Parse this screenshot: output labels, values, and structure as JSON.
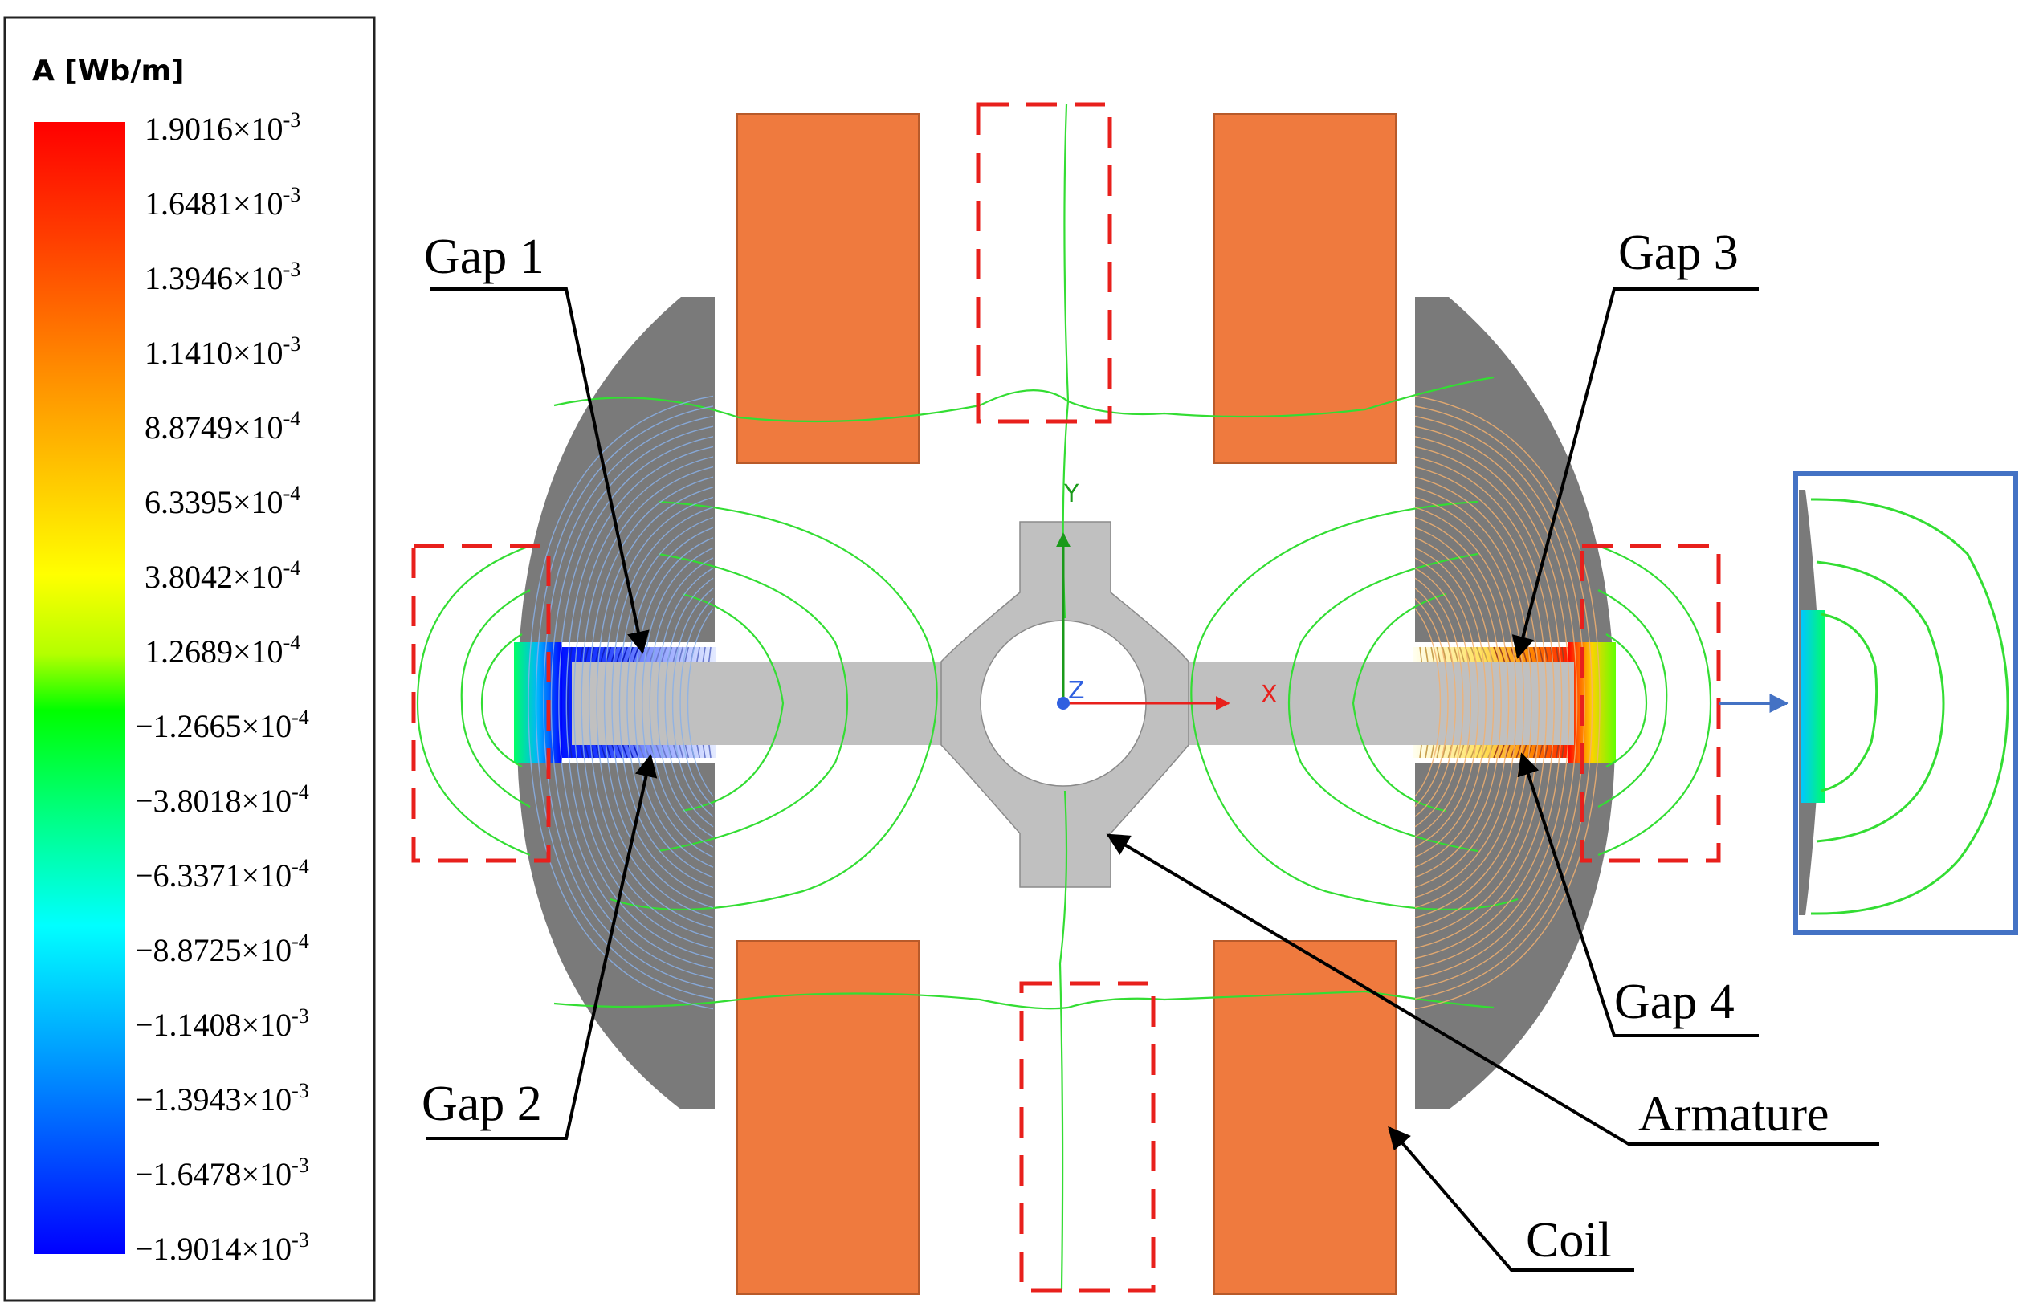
{
  "legend": {
    "title": "A [Wb/m]",
    "ticks": [
      {
        "mantissa": "1.9016",
        "exponent": "-3"
      },
      {
        "mantissa": "1.6481",
        "exponent": "-3"
      },
      {
        "mantissa": "1.3946",
        "exponent": "-3"
      },
      {
        "mantissa": "1.1410",
        "exponent": "-3"
      },
      {
        "mantissa": "8.8749",
        "exponent": "-4"
      },
      {
        "mantissa": "6.3395",
        "exponent": "-4"
      },
      {
        "mantissa": "3.8042",
        "exponent": "-4"
      },
      {
        "mantissa": "1.2689",
        "exponent": "-4"
      },
      {
        "mantissa": "−1.2665",
        "exponent": "-4"
      },
      {
        "mantissa": "−3.8018",
        "exponent": "-4"
      },
      {
        "mantissa": "−6.3371",
        "exponent": "-4"
      },
      {
        "mantissa": "−8.8725",
        "exponent": "-4"
      },
      {
        "mantissa": "−1.1408",
        "exponent": "-3"
      },
      {
        "mantissa": "−1.3943",
        "exponent": "-3"
      },
      {
        "mantissa": "−1.6478",
        "exponent": "-3"
      },
      {
        "mantissa": "−1.9014",
        "exponent": "-3"
      }
    ],
    "times_sign": "×10",
    "colors": [
      "#ff0000",
      "#ff4a00",
      "#ff8c00",
      "#ffc800",
      "#ffff00",
      "#b4ff00",
      "#5aff00",
      "#00ff00",
      "#00ff8c",
      "#00ffff",
      "#00b4ff",
      "#0050ff",
      "#0000ff"
    ]
  },
  "labels": {
    "gap1": "Gap 1",
    "gap2": "Gap 2",
    "gap3": "Gap 3",
    "gap4": "Gap 4",
    "armature": "Armature",
    "coil": "Coil"
  },
  "axes": {
    "x": "X",
    "y": "Y",
    "z": "Z"
  },
  "colors": {
    "coil": "#ef7a3e",
    "stator": "#7a7a7a",
    "armature": "#c0c0c0",
    "contour": "#33dd33",
    "dashed_box": "#e8201c",
    "zoom_box": "#4472c4"
  }
}
